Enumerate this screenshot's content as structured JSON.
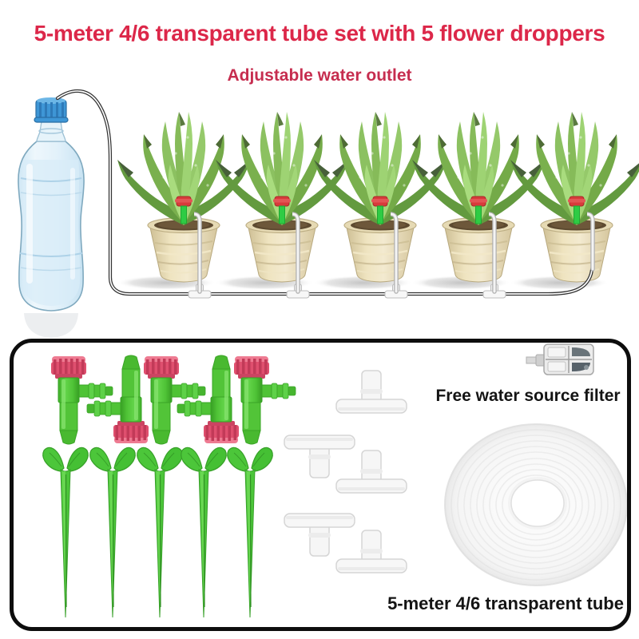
{
  "header": {
    "title": "5-meter 4/6 transparent tube set with 5 flower droppers",
    "subtitle": "Adjustable water outlet"
  },
  "scene": {
    "plant_count": 5,
    "pot_count": 5,
    "inline_tee_count": 4,
    "water_source": "plastic water bottle with blue cap"
  },
  "panel": {
    "filter_label": "Free water source filter",
    "tube_label": "5-meter 4/6 transparent tube",
    "dripper_valve_count": 5,
    "drip_stake_count": 5,
    "tee_connector_count": 5
  },
  "colors": {
    "title_red": "#dc2749",
    "subtitle_red": "#c62d4f",
    "label_black": "#141414",
    "dripper_green": "#4fc336",
    "cap_pink": "#df4f6e",
    "stake_green": "#4cc63a",
    "bottle_cap_blue": "#3e96d6",
    "pot_tan": "#e6dab4",
    "panel_border": "#0d0d0d"
  }
}
